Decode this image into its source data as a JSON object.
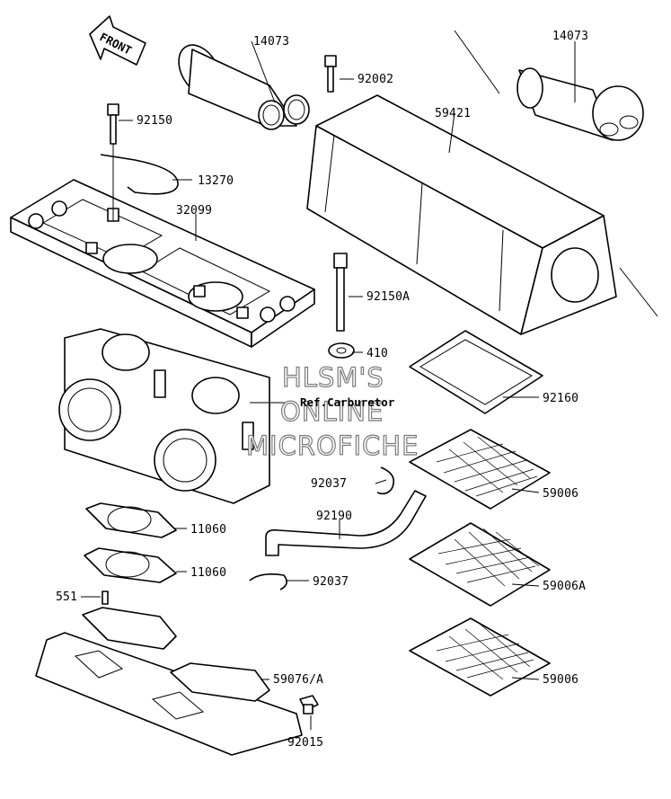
{
  "front_arrow": {
    "text": "FRONT"
  },
  "parts": [
    {
      "id": "p14073a",
      "number": "14073"
    },
    {
      "id": "p92002",
      "number": "92002"
    },
    {
      "id": "p14073b",
      "number": "14073"
    },
    {
      "id": "p92150",
      "number": "92150"
    },
    {
      "id": "p59421",
      "number": "59421"
    },
    {
      "id": "p13270",
      "number": "13270"
    },
    {
      "id": "p32099",
      "number": "32099"
    },
    {
      "id": "p92150A",
      "number": "92150A"
    },
    {
      "id": "p410",
      "number": "410"
    },
    {
      "id": "p92160",
      "number": "92160"
    },
    {
      "id": "p92037a",
      "number": "92037"
    },
    {
      "id": "p59006a",
      "number": "59006"
    },
    {
      "id": "p92190",
      "number": "92190"
    },
    {
      "id": "p11060a",
      "number": "11060"
    },
    {
      "id": "p11060b",
      "number": "11060"
    },
    {
      "id": "p92037b",
      "number": "92037"
    },
    {
      "id": "p59006A",
      "number": "59006A"
    },
    {
      "id": "p551",
      "number": "551"
    },
    {
      "id": "p59076",
      "number": "59076/A"
    },
    {
      "id": "p59006b",
      "number": "59006"
    },
    {
      "id": "p92015",
      "number": "92015"
    }
  ],
  "reference_label": "Ref.Carburetor",
  "watermark": {
    "line1": "HLSM'S",
    "line2": "ONLINE",
    "line3": "MICROFICHE"
  }
}
